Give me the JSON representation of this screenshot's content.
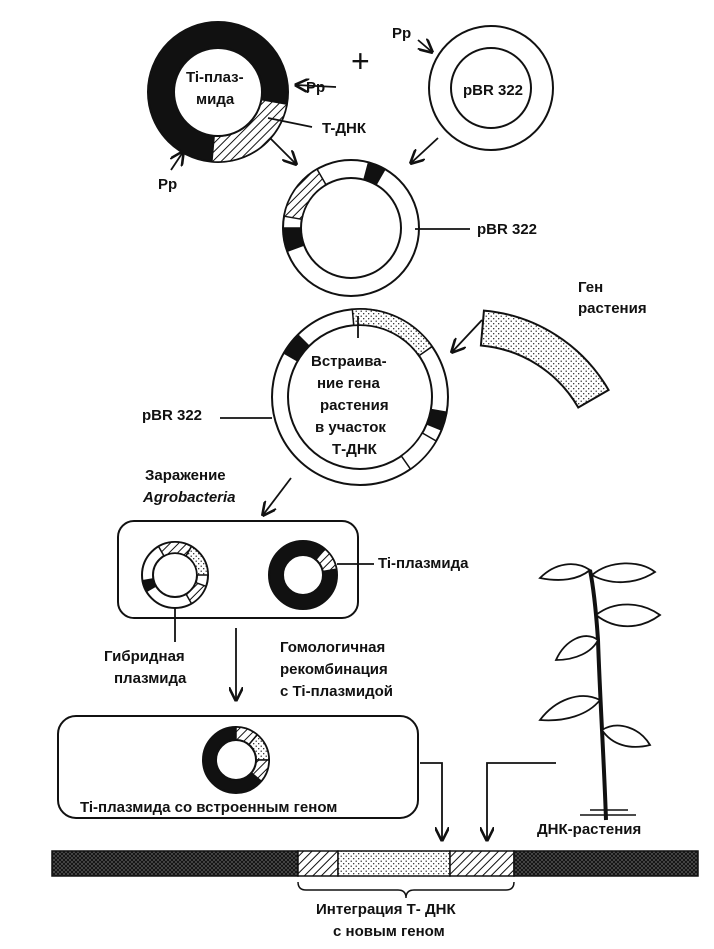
{
  "labels": {
    "pp_top": "Pp",
    "pp_ti_right": "Pp",
    "pp_ti_bottom": "Pp",
    "plus": "+",
    "ti_plasmid_line1": "Ti-плаз-",
    "ti_plasmid_line2": "мида",
    "t_dna": "T-ДНК",
    "pbr_top": "pBR 322",
    "pbr_hybrid": "pBR 322",
    "plant_gene_line1": "Ген",
    "plant_gene_line2": "растения",
    "insertion_line1": "Встраива-",
    "insertion_line2": "ние гена",
    "insertion_line3": "растения",
    "insertion_line4": "в участок",
    "insertion_line5": "Т-ДНК",
    "pbr_insert": "pBR 322",
    "infection_line1": "Заражение",
    "infection_line2": "Agrobacteria",
    "ti_plasmid_in_bact": "Ti-плазмида",
    "hybrid_line1": "Гибридная",
    "hybrid_line2": "плазмида",
    "homologous_line1": "Гомологичная",
    "homologous_line2": "рекомбинация",
    "homologous_line3": "с Ti-плазмидой",
    "ti_with_gene": "Ti-плазмида со встроенным геном",
    "plant_dna": "ДНК-растения",
    "integration_line1": "Интеграция Т- ДНК",
    "integration_line2": "с новым геном"
  }
}
